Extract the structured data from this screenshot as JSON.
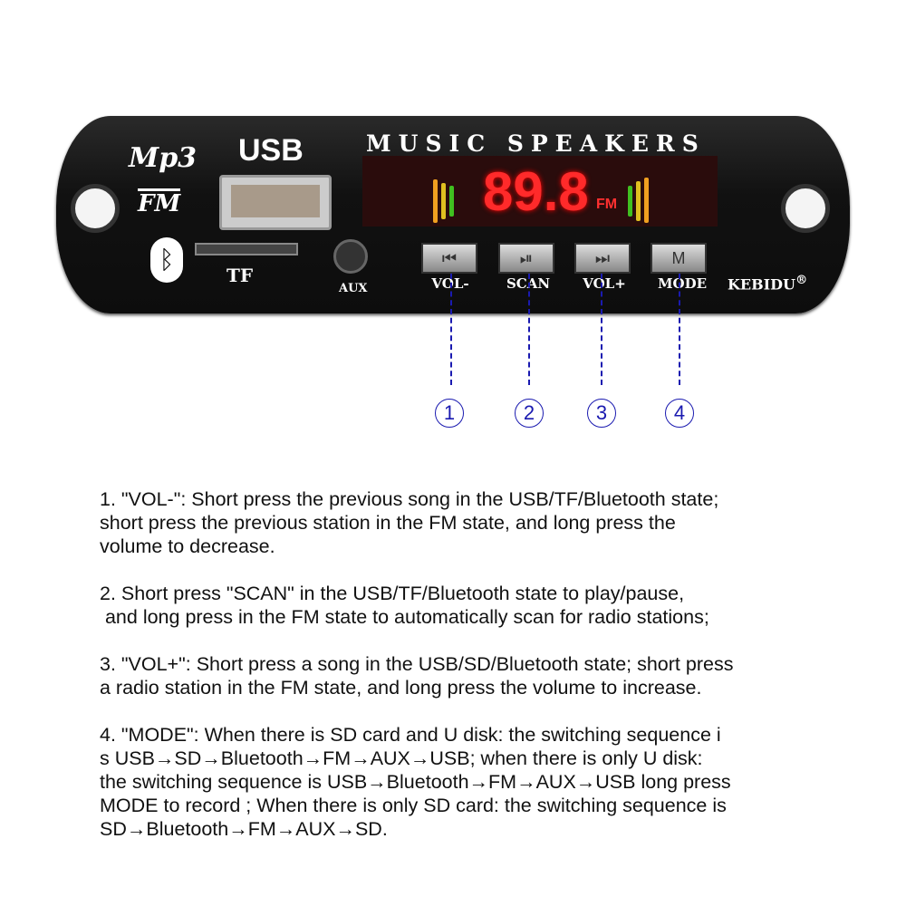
{
  "device": {
    "logo_top": "Mp3",
    "logo_bottom": "FM",
    "usb_label": "USB",
    "tf_label": "TF",
    "aux_label": "AUX",
    "header_text": "MUSIC SPEAKERS",
    "display_frequency": "89.8",
    "display_unit": "FM",
    "brand": "KEBIDU",
    "brand_mark": "®",
    "bluetooth_icon": "bluetooth-icon",
    "buttons": [
      {
        "label": "VOL-",
        "icon": "previous-icon",
        "glyph": "⏮",
        "number": "①"
      },
      {
        "label": "SCAN",
        "icon": "play-pause-icon",
        "glyph": "⏯",
        "number": "②"
      },
      {
        "label": "VOL+",
        "icon": "next-icon",
        "glyph": "⏭",
        "number": "③"
      },
      {
        "label": "MODE",
        "icon": "mode-icon",
        "glyph": "M",
        "number": "④"
      }
    ],
    "callout_color": "#1a1ab0",
    "display_color": "#ff2a2a"
  },
  "instructions": [
    [
      "1. \"VOL-\": Short press the previous song in the USB/TF/Bluetooth state;",
      "short press the previous station in the FM state, and long press the",
      "volume to decrease."
    ],
    [
      "2. Short press \"SCAN\" in the USB/TF/Bluetooth state to play/pause,",
      " and long press in the FM state to automatically scan for radio stations;"
    ],
    [
      "3. \"VOL+\": Short press a song in the USB/SD/Bluetooth state; short press",
      "a radio station in the FM state, and long press the volume to increase."
    ],
    [
      "4. \"MODE\": When there is SD card and U disk: the switching sequence i",
      "s USB→SD→Bluetooth→FM→AUX→USB; when there is only U disk:",
      "the switching sequence is USB→Bluetooth→FM→AUX→USB long press",
      "MODE to record ; When there is only SD card: the switching sequence is",
      "SD→Bluetooth→FM→AUX→SD."
    ]
  ]
}
